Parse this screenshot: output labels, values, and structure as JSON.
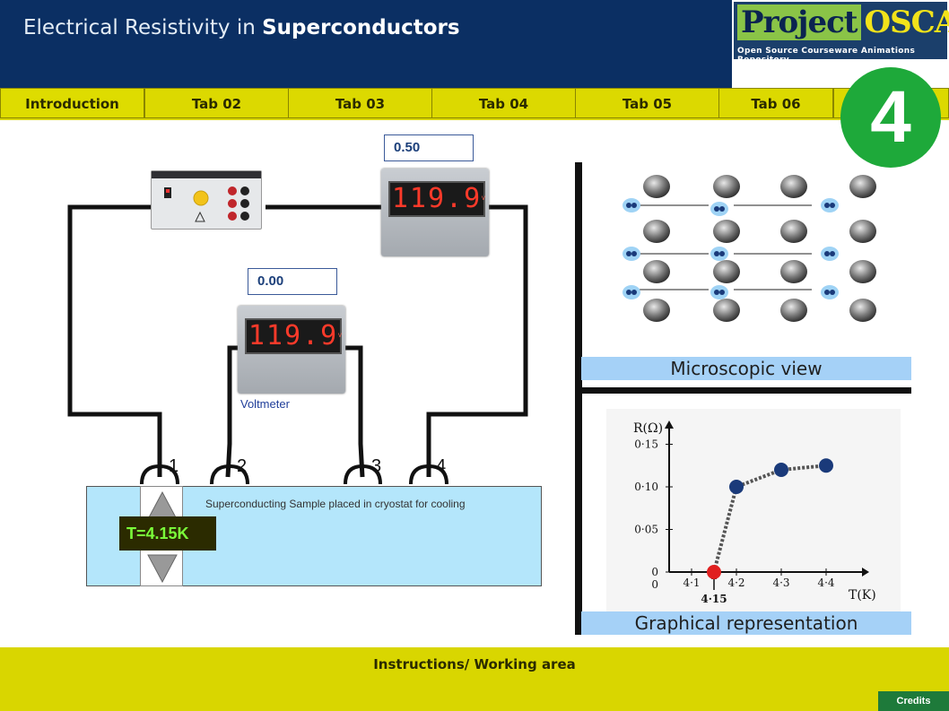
{
  "header": {
    "title_prefix": "Electrical Resistivity in ",
    "title_bold": "Superconductors"
  },
  "logo": {
    "word1": "Project",
    "word2": "OSCAR",
    "tagline": "Open Source Courseware Animations Repository"
  },
  "tabs": [
    {
      "label": "Introduction"
    },
    {
      "label": "Tab 02"
    },
    {
      "label": "Tab 03"
    },
    {
      "label": "Tab 04"
    },
    {
      "label": "Tab 05"
    },
    {
      "label": "Tab 06"
    }
  ],
  "step_badge": "4",
  "readouts": {
    "ammeter_value": "0.50",
    "voltmeter_value": "0.00"
  },
  "meters": {
    "display": "119.9",
    "unit": "V",
    "voltmeter_label": "Voltmeter"
  },
  "sample": {
    "label": "Superconducting Sample placed in cryostat for cooling",
    "probe_numbers": [
      "1",
      "2",
      "3",
      "4"
    ]
  },
  "temperature": {
    "display": "T=4.15K"
  },
  "panels": {
    "microscopic_label": "Microscopic view",
    "graph_label": "Graphical representation"
  },
  "chart_data": {
    "type": "line",
    "xlabel": "T(K)",
    "ylabel": "R(Ω)",
    "xticks": [
      "4·1",
      "4·2",
      "4·3",
      "4·4"
    ],
    "yticks": [
      "0",
      "0·05",
      "0·10",
      "0·15"
    ],
    "highlight_tick": "4·15",
    "x": [
      4.15,
      4.2,
      4.3,
      4.4
    ],
    "y": [
      0,
      0.1,
      0.12,
      0.125
    ],
    "xlim": [
      4.05,
      4.45
    ],
    "ylim": [
      0,
      0.16
    ],
    "current_point": {
      "x": 4.15,
      "y": 0
    },
    "colors": {
      "points": "#1a3a7a",
      "current": "#e02020"
    }
  },
  "footer": {
    "title": "Instructions/ Working area",
    "credits": "Credits"
  },
  "colors": {
    "header_bg": "#0b2f63",
    "tab_bg": "#d8d600",
    "badge": "#1ea93a",
    "sample_bg": "#b4e6fb",
    "panel_label_bg": "#a5d1f7"
  }
}
